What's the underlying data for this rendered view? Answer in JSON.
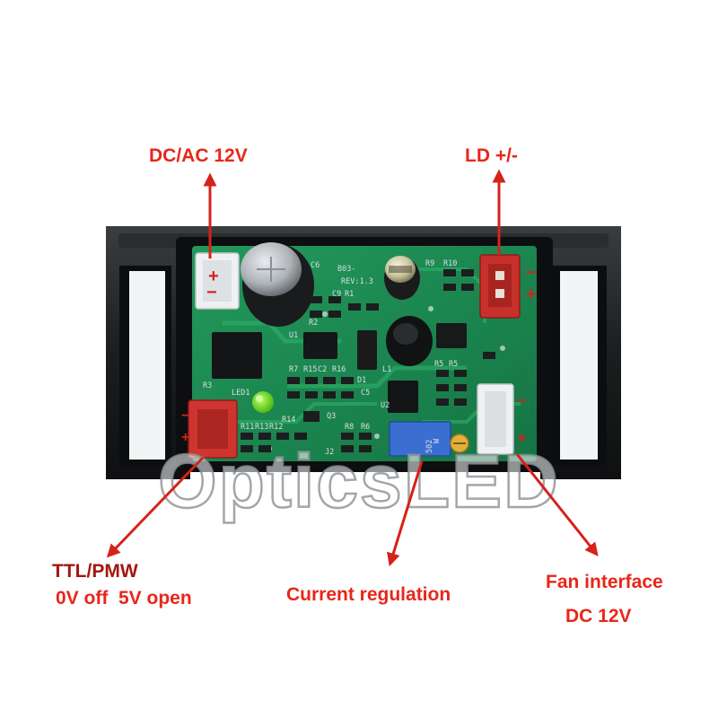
{
  "labels": {
    "power_input": "DC/AC 12V",
    "laser_diode": "LD +/-",
    "ttl_line1": "TTL/PMW",
    "ttl_line2": "0V off  5V open",
    "current_regulation": "Current regulation",
    "fan_line1": "Fan interface",
    "fan_line2": "DC 12V"
  },
  "watermark": "OpticsLED",
  "board": {
    "model": "B03-",
    "revision": "REV:1.3",
    "potentiometer_text": "502",
    "potentiometer_mark": "W",
    "component_refs": [
      "C6",
      "R9",
      "R10",
      "C9",
      "R1",
      "R2",
      "U1",
      "R7",
      "R15",
      "C2",
      "R16",
      "L1",
      "D1",
      "C5",
      "U2",
      "R5",
      "R5",
      "LED1",
      "R11",
      "R13",
      "R12",
      "R14",
      "Q3",
      "R8",
      "R6",
      "J2",
      "R3"
    ]
  },
  "connectors": {
    "power_plus": "+",
    "power_minus": "−",
    "ld_minus": "−",
    "ld_plus": "+",
    "fan_minus": "−",
    "fan_plus": "+",
    "ttl_minus": "−",
    "ttl_plus": "+"
  },
  "colors": {
    "label_red": "#e8261a",
    "arrow_red": "#d6221a",
    "pcb_green": "#1d8a52",
    "bracket_black": "#1a1c1e"
  }
}
